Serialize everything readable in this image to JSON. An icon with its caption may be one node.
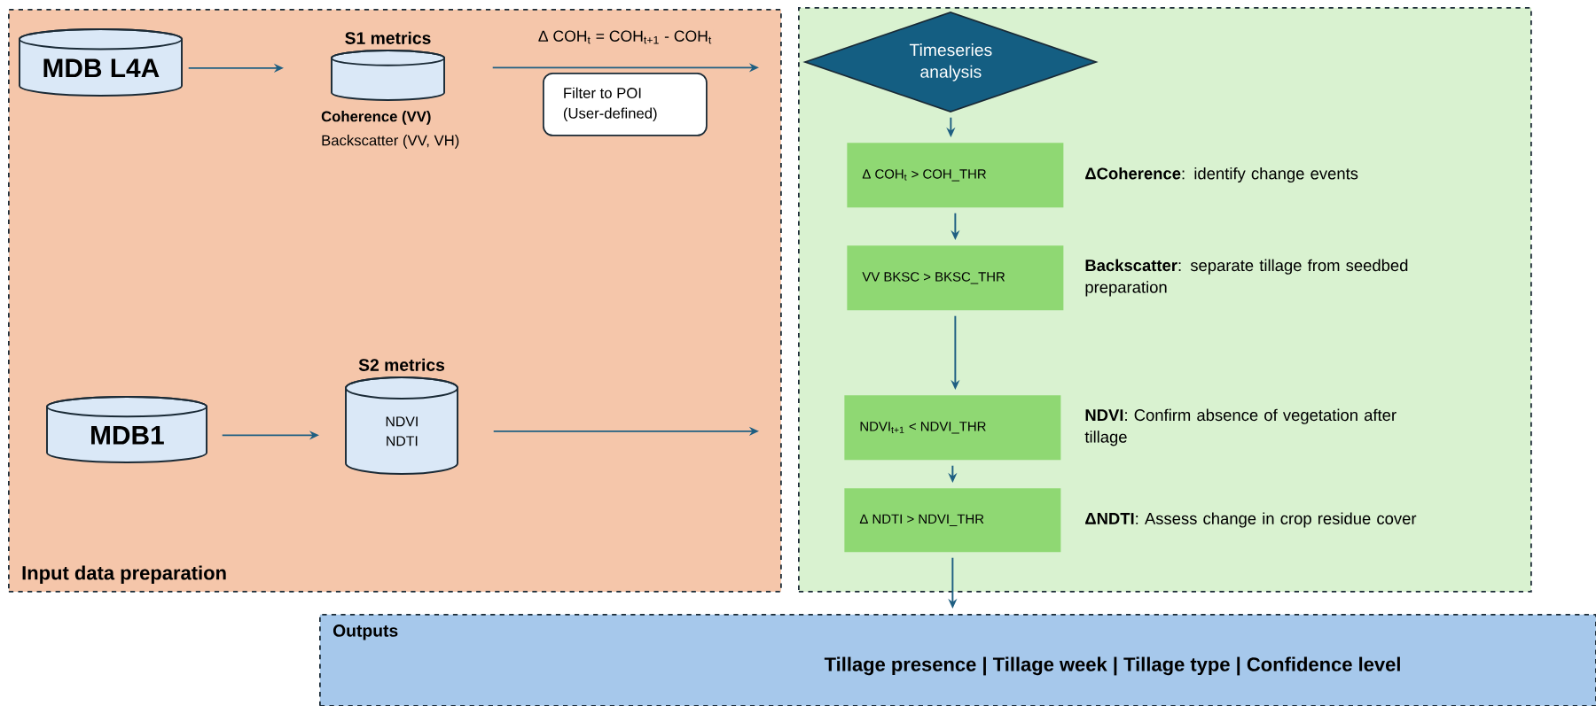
{
  "diagram": {
    "nodes": [
      {
        "text": [
          "Input data preparation"
        ]
      },
      {
        "text": [],
        "shape": "box"
      },
      {
        "text": [
          "Outputs",
          "Tillage presence | Tillage week | Tillage type | Confidence level"
        ]
      },
      {
        "text": [
          "MDB L4A"
        ],
        "in": 0
      },
      {
        "text": [
          "S1 metrics",
          "Coherence (VV)",
          "Backscatter (VV, VH)"
        ],
        "in": 0
      },
      {
        "text": [
          "Filter to POI (User-defined)"
        ],
        "in": 0
      },
      {
        "text": [
          "MDB1"
        ],
        "in": 0
      },
      {
        "text": [
          "S2 metrics",
          "NDVI NDTI"
        ],
        "in": 0
      },
      {
        "text": [
          "Timeseries analysis"
        ],
        "in": 1
      },
      {
        "text": [
          "Δ COH$_{t}$ > COH_THR"
        ],
        "in": 1,
        "beside": [
          "**ΔCoherence**: identify change events"
        ]
      },
      {
        "text": [
          "VV BKSC > BKSC_THR"
        ],
        "in": 1,
        "beside": [
          "**Backscatter**: separate tillage from seedbed preparation"
        ]
      },
      {
        "text": [
          "NDVI$_{t+1}$ < NDVI_THR"
        ],
        "in": 1,
        "beside": [
          "**NDVI**: Confirm absence of vegetation after tillage"
        ]
      },
      {
        "text": [
          "Δ NDTI > NDVI_THR"
        ],
        "in": 1,
        "beside": [
          "**ΔNDTI**: Assess change in crop residue cover"
        ]
      }
    ],
    "edges": [
      {
        "from": 3,
        "to": 4,
        "arrow": "to"
      },
      {
        "from": 4,
        "to": 1,
        "arrow": "to",
        "label": "Δ COH$_{t}$ = COH$_{t+1}$ - COH$_{t}$"
      },
      {
        "from": 6,
        "to": 7,
        "arrow": "to"
      },
      {
        "from": 7,
        "to": 1,
        "arrow": "to"
      },
      {
        "from": 8,
        "to": 9,
        "arrow": "to"
      },
      {
        "from": 9,
        "to": 10,
        "arrow": "to"
      },
      {
        "from": 10,
        "to": 11,
        "arrow": "to"
      },
      {
        "from": 11,
        "to": 12,
        "arrow": "to"
      },
      {
        "from": 12,
        "to": 2,
        "arrow": "to"
      }
    ]
  }
}
